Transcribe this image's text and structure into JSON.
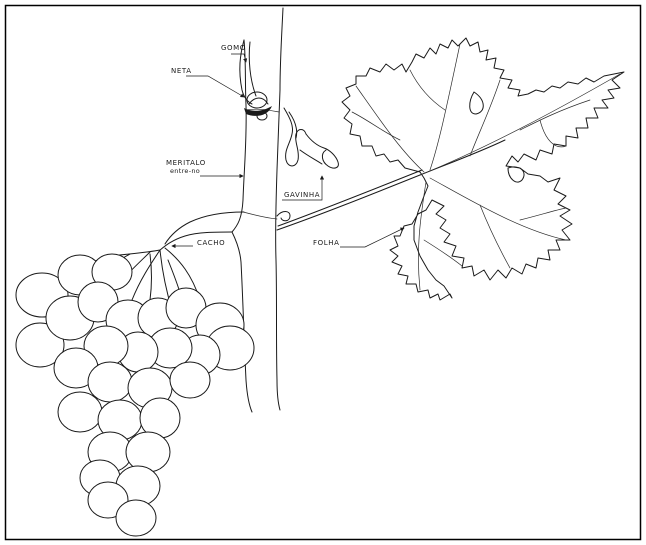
{
  "labels": {
    "gomo": "GOMO",
    "neta": "NETA",
    "meritalo": "MERITALO",
    "entre_no": "entre-no",
    "gavinha": "GAVINHA",
    "cacho": "CACHO",
    "folha": "FOLHA"
  },
  "colors": {
    "ink": "#1a1a1a",
    "paper": "#ffffff",
    "frame": "#000000"
  }
}
